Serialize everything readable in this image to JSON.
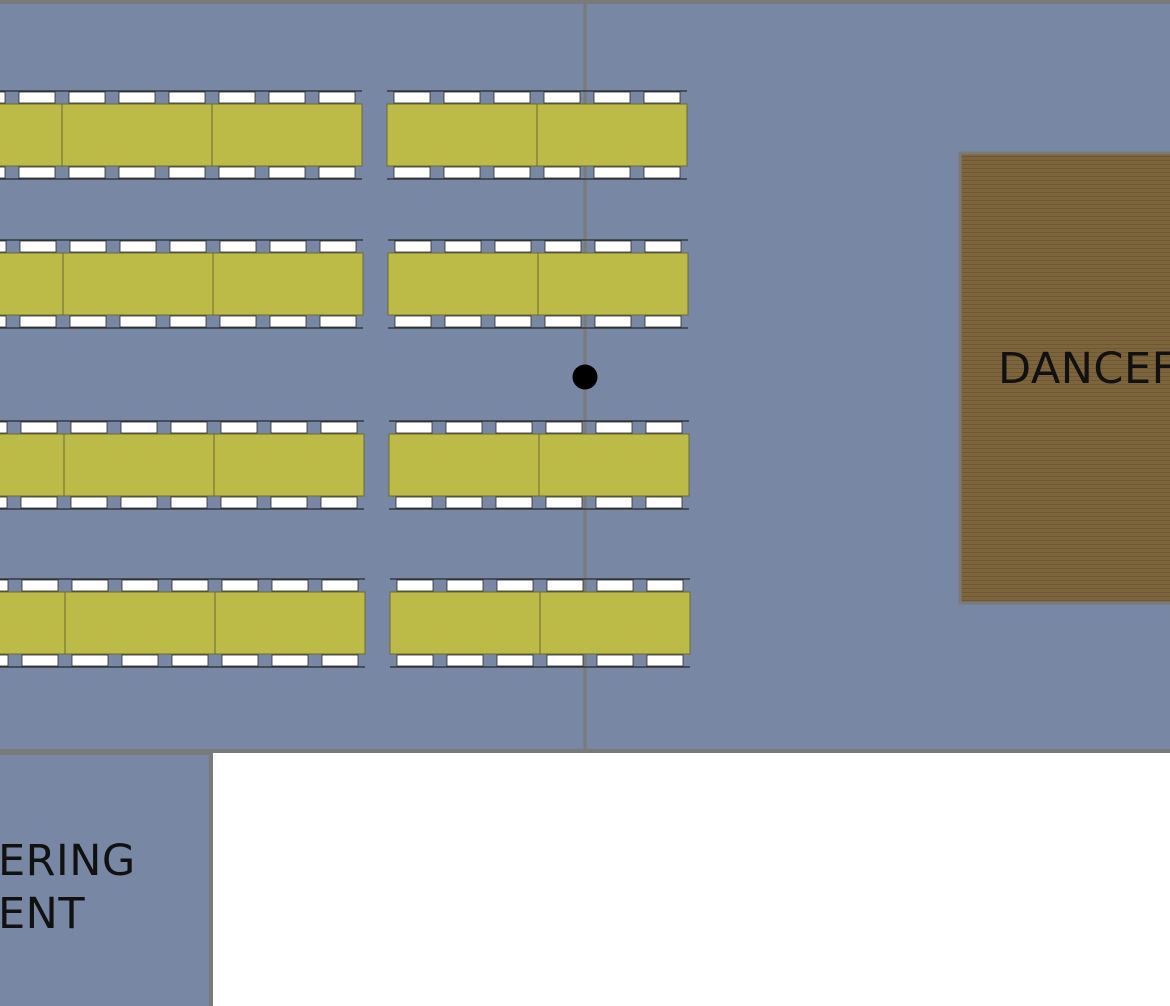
{
  "colors": {
    "floor": "#7888a4",
    "wall": "#7a7a7a",
    "table": "#bdbb48",
    "table_edge": "#6b6a2c",
    "chair": "#ffffff",
    "chair_edge": "#2a2a2a",
    "dance_floor": "#7c653d",
    "marker": "#000000",
    "page": "#ffffff"
  },
  "labels": {
    "dance_floor": "DANCEF",
    "catering_line1": "ERING",
    "catering_line2": "ENT"
  },
  "layout": {
    "table_rows": 4,
    "left_group_tables_per_row": 3,
    "right_group_tables_per_row": 2,
    "chairs_per_table_side": 3
  },
  "icons": {
    "marker": "dot-marker-icon"
  }
}
